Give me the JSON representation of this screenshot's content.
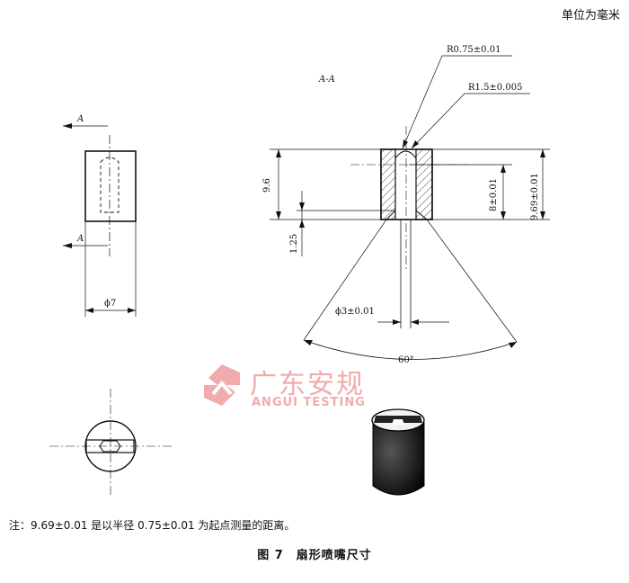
{
  "header": {
    "units": "单位为毫米"
  },
  "left_view": {
    "section_label_top": "A",
    "section_label_bottom": "A",
    "diameter": "ϕ7"
  },
  "section_view": {
    "title": "A-A",
    "radius_outer": "R0.75±0.01",
    "radius_inner": "R1.5±0.005",
    "height_total": "9.6",
    "height_step": "1.25",
    "height_inner": "8±0.01",
    "height_measure": "9.69±0.01",
    "bore": "ϕ3±0.01",
    "angle": "60°"
  },
  "watermark": {
    "brand_cn": "广东安规",
    "brand_en": "ANGUI TESTING",
    "color": "#e05050"
  },
  "note": "注：9.69±0.01 是以半径 0.75±0.01 为起点测量的距离。",
  "caption": "图 7　扇形喷嘴尺寸"
}
